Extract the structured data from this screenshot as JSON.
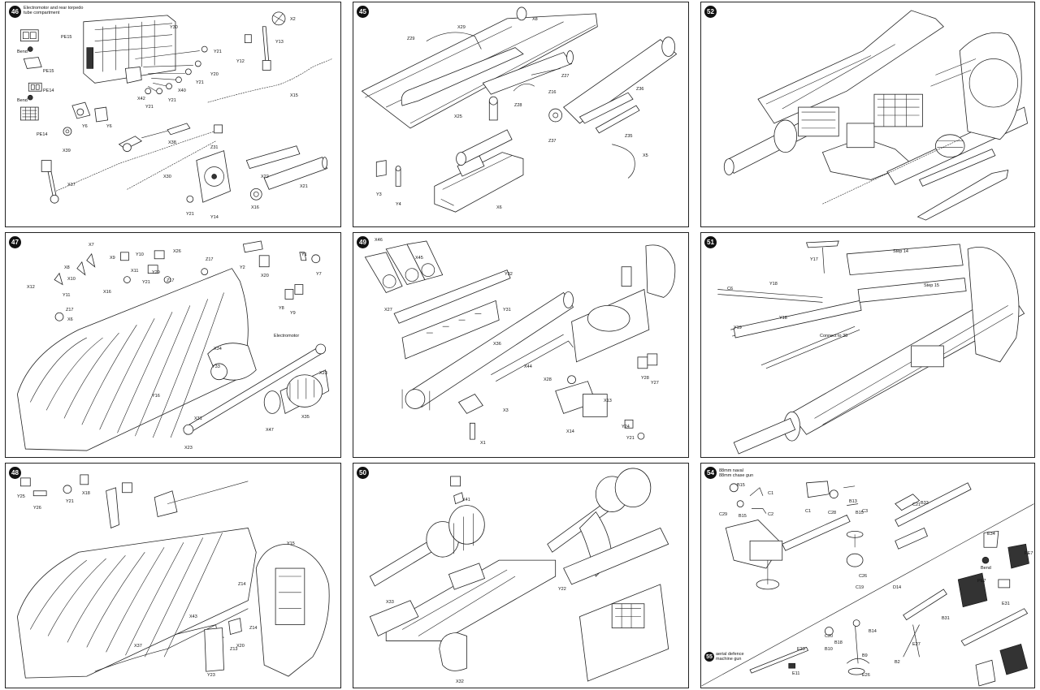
{
  "panels": [
    {
      "step": "46",
      "note": "Electromotor and rear torpedo\ntube compartment",
      "labels": [
        "PE15",
        "PE15",
        "PE14",
        "PE14",
        "Bend",
        "Bend",
        "Y30",
        "X2",
        "Y13",
        "Y12",
        "X15",
        "Y21",
        "Y20",
        "Y21",
        "X40",
        "Y21",
        "X42",
        "Y21",
        "Y6",
        "Y6",
        "X39",
        "X38",
        "Z31",
        "X30",
        "X17",
        "Y21",
        "Y14",
        "X22",
        "X21",
        "X16"
      ]
    },
    {
      "step": "45",
      "labels": [
        "X8",
        "Z29",
        "X29",
        "Z27",
        "Z16",
        "Z36",
        "X25",
        "Z28",
        "Z37",
        "Z35",
        "X5",
        "X6",
        "Y3",
        "Y4"
      ]
    },
    {
      "step": "52",
      "labels": []
    },
    {
      "step": "47",
      "note": "Electromotor",
      "labels": [
        "X7",
        "Y10",
        "X26",
        "Z17",
        "Y2",
        "X20",
        "Y1",
        "Y7",
        "X12",
        "X8",
        "X10",
        "X9",
        "X11",
        "Y29",
        "Y11",
        "X16",
        "Y21",
        "Z17",
        "Z17",
        "X6",
        "Y8",
        "Y9",
        "Y16",
        "X34",
        "Y33",
        "X23",
        "X31",
        "X47",
        "X35",
        "X23"
      ]
    },
    {
      "step": "49",
      "labels": [
        "X46",
        "X45",
        "Y32",
        "X27",
        "Y31",
        "X36",
        "X44",
        "X28",
        "Y28",
        "Y27",
        "X3",
        "X1",
        "X14",
        "X13",
        "Y24",
        "Y21"
      ]
    },
    {
      "step": "51",
      "labels": [
        "Y17",
        "Step 14",
        "Step 15",
        "C6",
        "Y18",
        "Y19",
        "Y18",
        "Connect to 38"
      ]
    },
    {
      "step": "48",
      "labels": [
        "Y25",
        "Y26",
        "Y21",
        "X18",
        "Y15",
        "Z14",
        "X43",
        "Z14",
        "Z13",
        "X20",
        "X37",
        "Y23"
      ]
    },
    {
      "step": "50",
      "labels": [
        "X41",
        "Y22",
        "X33",
        "X32"
      ]
    },
    {
      "step": "54",
      "step_b": "55",
      "note": "88mm naval\n88mm chase gun",
      "note_b": "aerial defence\nmachine gun",
      "labels": [
        "B15",
        "C1",
        "C29",
        "B15",
        "C2",
        "C1",
        "C28",
        "B13",
        "B15",
        "C3",
        "C21",
        "B33",
        "C26",
        "C19",
        "D14",
        "E34",
        "PE7",
        "PE7",
        "Bend",
        "E31",
        "B18",
        "B14",
        "C20",
        "B10",
        "B9",
        "E26",
        "B31",
        "E27",
        "B2",
        "E23",
        "E11"
      ]
    }
  ]
}
